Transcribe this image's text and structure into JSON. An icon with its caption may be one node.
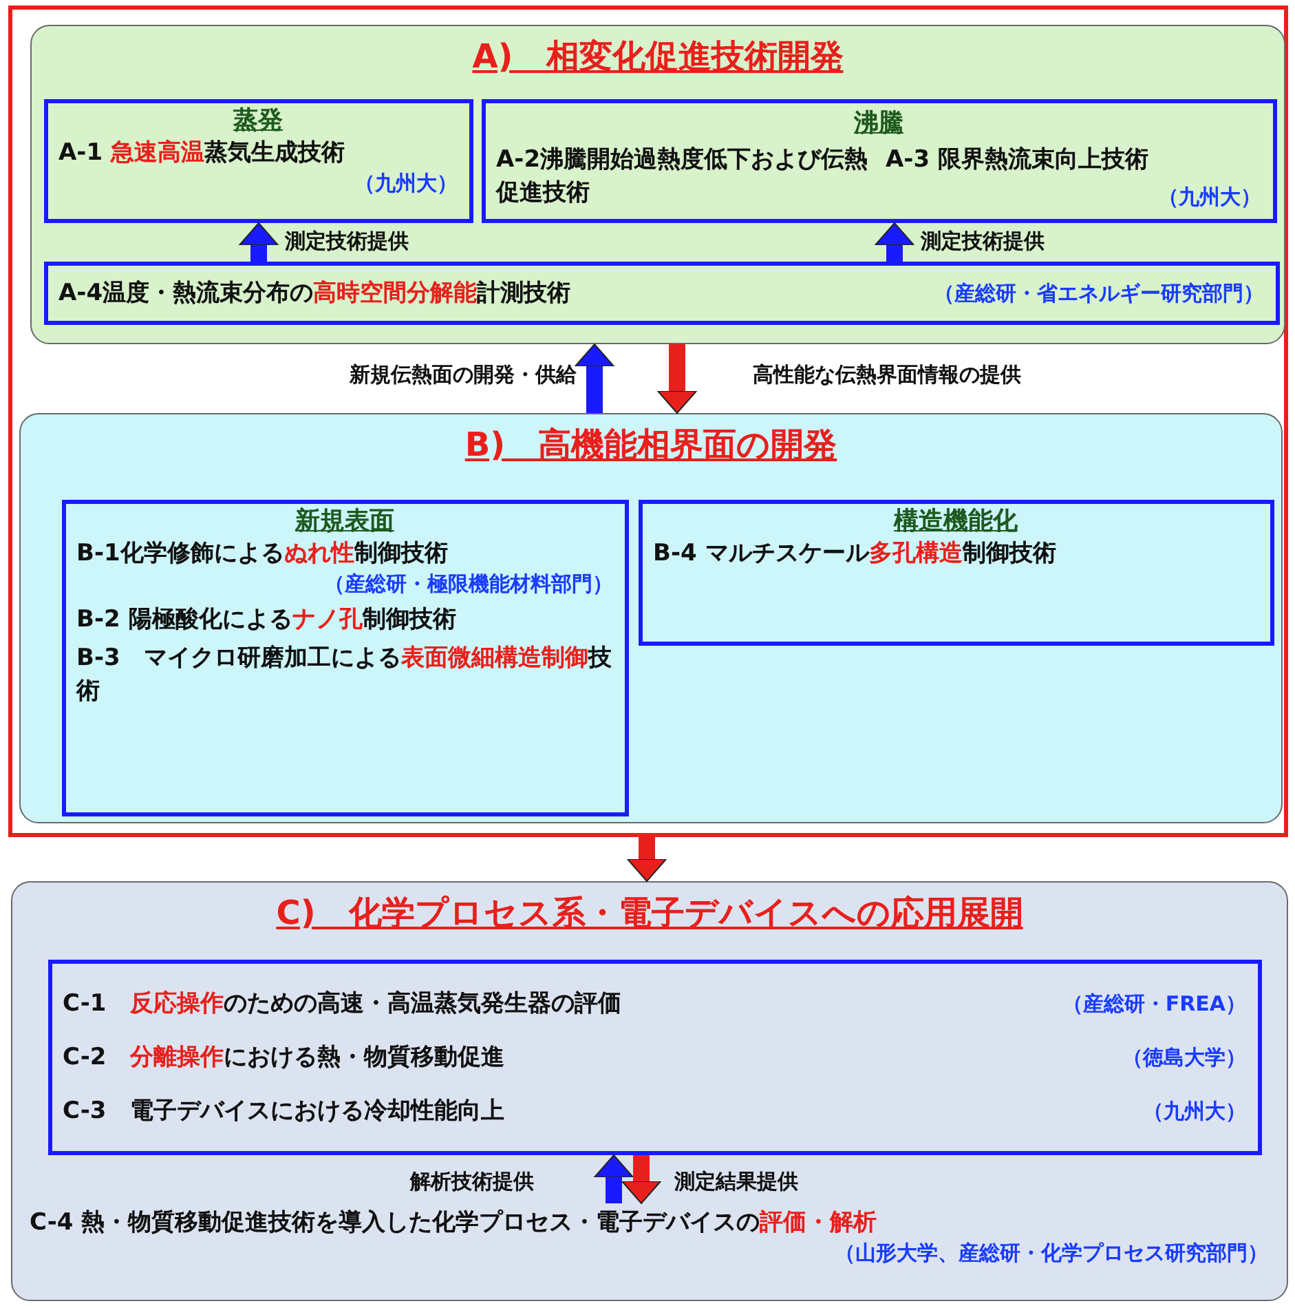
{
  "diagram": {
    "nodes": [
      {
        "text": [],
        "shape": "box"
      },
      {
        "text": [
          "A)　相変化促進技術開発"
        ],
        "in": 0
      },
      {
        "text": [
          "蒸発",
          "A-1 **急速高温**蒸気生成技術",
          "（九州大）"
        ],
        "in": 1
      },
      {
        "text": [
          "沸騰",
          "A-2沸騰開始過熱度低下および伝熱促進技術",
          "A-3 限界熱流束向上技術",
          "（九州大）"
        ],
        "in": 1
      },
      {
        "text": [
          "A-4温度・熱流束分布の**高時空間分解能**計測技術",
          "（産総研・省エネルギー研究部門）"
        ],
        "in": 1
      },
      {
        "text": [
          "B)　高機能相界面の開発"
        ],
        "in": 0
      },
      {
        "text": [
          "新規表面",
          "B-1化学修飾による**ぬれ性**制御技術",
          "（産総研・極限機能材料部門）",
          "B-2 陽極酸化による**ナノ孔**制御技術",
          "B-3　マイクロ研磨加工による**表面微細構造制御**技術"
        ],
        "in": 5
      },
      {
        "text": [
          "構造機能化",
          "B-4 マルチスケール**多孔構造**制御技術"
        ],
        "in": 5
      },
      {
        "text": [
          "C)　化学プロセス系・電子デバイスへの応用展開"
        ]
      },
      {
        "text": [
          "C-1　**反応操作**のための高速・高温蒸気発生器の評価",
          "（産総研・FREA）",
          "C-2　**分離操作**における熱・物質移動促進",
          "（徳島大学）",
          "C-3　電子デバイスにおける冷却性能向上",
          "（九州大）"
        ],
        "in": 8
      },
      {
        "text": [
          "C-4 熱・物質移動促進技術を導入した化学プロセス・電子デバイスの**評価・解析**",
          "（山形大学、産総研・化学プロセス研究部門）"
        ],
        "in": 8
      }
    ],
    "edges": [
      {
        "from": 4,
        "to": 2,
        "arrow": "to",
        "label": "測定技術提供"
      },
      {
        "from": 4,
        "to": 3,
        "arrow": "to",
        "label": "測定技術提供"
      },
      {
        "from": 5,
        "to": 1,
        "arrow": "to",
        "label": "新規伝熱面の開発・供給"
      },
      {
        "from": 1,
        "to": 5,
        "arrow": "to",
        "label": "高性能な伝熱界面情報の提供",
        "color": "#e8201c"
      },
      {
        "from": 0,
        "to": 8,
        "arrow": "to",
        "color": "#e8201c"
      },
      {
        "from": 10,
        "to": 9,
        "arrow": "to",
        "label": "解析技術提供"
      },
      {
        "from": 9,
        "to": 10,
        "arrow": "to",
        "label": "測定結果提供",
        "color": "#e8201c"
      }
    ]
  }
}
